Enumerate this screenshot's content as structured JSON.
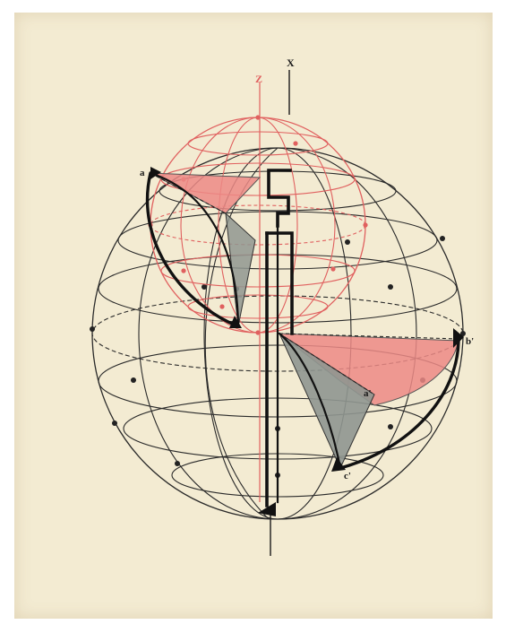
{
  "labels": {
    "axis_x": "X",
    "axis_z": "Z",
    "point_a": "a",
    "point_a_prime": "a'",
    "point_b_prime": "b'",
    "point_c_prime": "c'"
  },
  "colors": {
    "paper": "#f3ebd2",
    "ink": "#1a1a1a",
    "red_ink": "#e0605f",
    "red_fill": "#ec8a86",
    "gray_fill": "#8f9690"
  }
}
